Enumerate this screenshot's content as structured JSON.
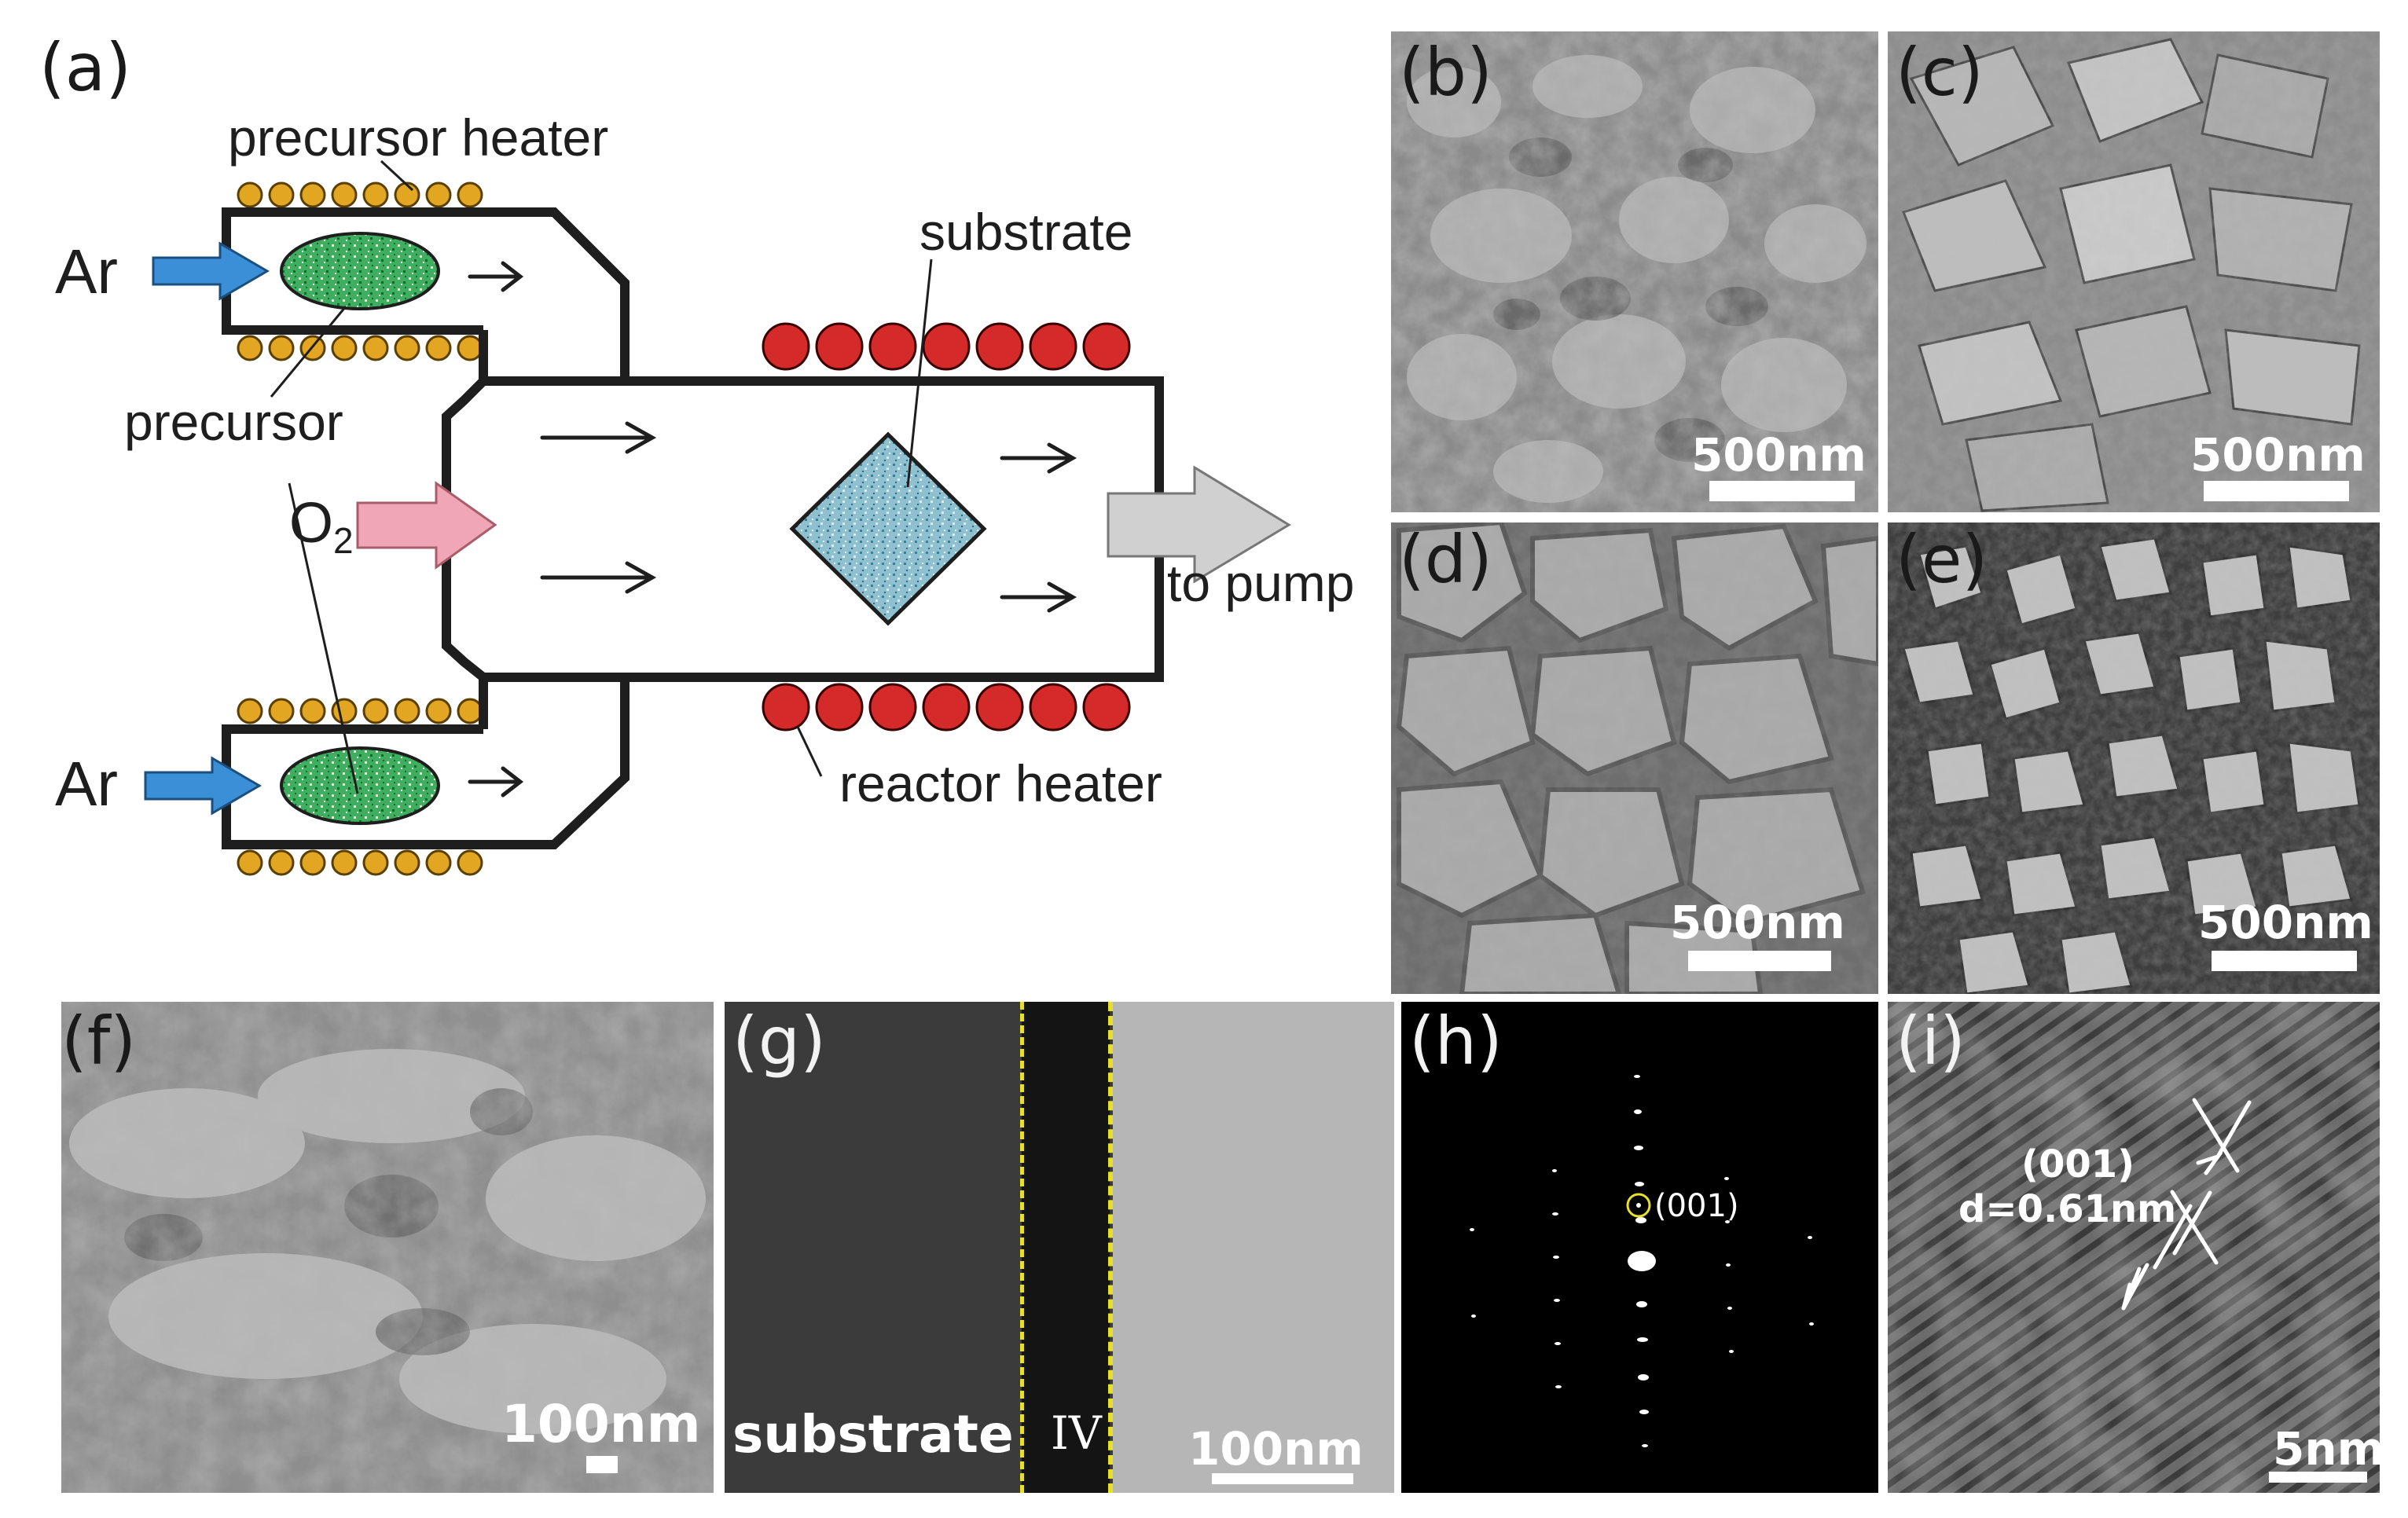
{
  "figure": {
    "panels": {
      "a": {
        "label": "(a)",
        "annotations": {
          "precursor_heater": "precursor heater",
          "ar_top": "Ar",
          "ar_bottom": "Ar",
          "precursor": "precursor",
          "o2_main": "O",
          "o2_sub": "2",
          "substrate": "substrate",
          "to_pump": "to pump",
          "reactor_heater": "reactor heater"
        },
        "colors": {
          "ar_arrow": "#3a8fd6",
          "o2_arrow": "#f0a6b4",
          "pump_arrow": "#cfcfcf",
          "precursor_coil": "#e2a623",
          "reactor_coil": "#d42a2a",
          "precursor_fill": "#39a75a",
          "substrate_fill": "#8fc0cf"
        }
      },
      "b": {
        "label": "(b)",
        "scale": "500nm"
      },
      "c": {
        "label": "(c)",
        "scale": "500nm"
      },
      "d": {
        "label": "(d)",
        "scale": "500nm"
      },
      "e": {
        "label": "(e)",
        "scale": "500nm"
      },
      "f": {
        "label": "(f)",
        "scale": "100nm"
      },
      "g": {
        "label": "(g)",
        "scale": "100nm",
        "substrate": "substrate",
        "layer": "IV"
      },
      "h": {
        "label": "(h)",
        "spot": "(001)"
      },
      "i": {
        "label": "(i)",
        "plane": "(001)",
        "spacing": "d=0.61nm",
        "scale": "5nm"
      }
    }
  }
}
